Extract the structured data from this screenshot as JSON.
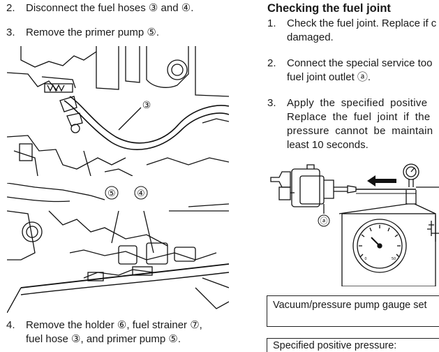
{
  "left": {
    "step2": {
      "num": "2.",
      "text": "Disconnect the fuel hoses ③ and ④."
    },
    "step3": {
      "num": "3.",
      "text": "Remove the primer pump ⑤."
    },
    "figure1": {
      "callout": "③"
    },
    "figure2": {
      "callout_a": "⑤",
      "callout_b": "④"
    },
    "step4": {
      "num": "4.",
      "line1": "Remove the holder ⑥, fuel strainer ⑦,",
      "line2": "fuel hose ③, and primer pump ⑤."
    }
  },
  "right": {
    "heading": "Checking the fuel joint",
    "step1": {
      "num": "1.",
      "line1": "Check the fuel joint. Replace if c",
      "line2": "damaged."
    },
    "step2": {
      "num": "2.",
      "line1": "Connect the special service too",
      "line2": "fuel joint outlet ⓐ."
    },
    "step3": {
      "num": "3.",
      "line1": "Apply the specified positive",
      "line2": "Replace the fuel joint if the",
      "line3": "pressure cannot be maintain",
      "line4": "least 10 seconds."
    },
    "figure": {
      "callout": "ⓐ",
      "gauge_low": "0",
      "gauge_high": "50"
    },
    "box1": "Vacuum/pressure pump gauge set",
    "box2": "Specified positive pressure:"
  }
}
